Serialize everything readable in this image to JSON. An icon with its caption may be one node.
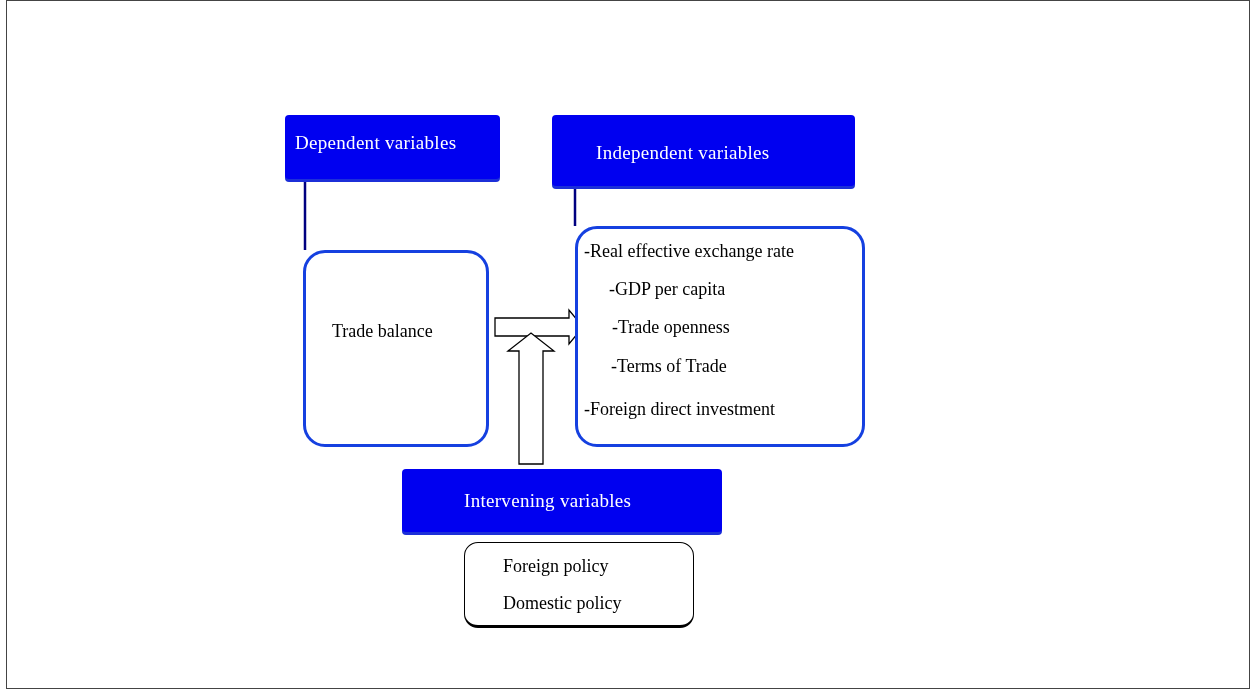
{
  "diagram": {
    "nodes": [
      {
        "text": [
          "Dependent variables"
        ]
      },
      {
        "text": [
          "Independent variables"
        ]
      },
      {
        "text": [
          "Trade balance"
        ]
      },
      {
        "text": [
          "-Real effective exchange rate",
          "-GDP per capita",
          "-Trade openness",
          "-Terms of Trade",
          "-Foreign direct investment"
        ]
      },
      {
        "text": [
          "Intervening variables"
        ]
      },
      {
        "text": [
          "Foreign policy",
          "Domestic policy"
        ]
      }
    ],
    "edges": [
      {
        "from": 0,
        "to": 2,
        "arrow": "none"
      },
      {
        "from": 1,
        "to": 3,
        "arrow": "none"
      },
      {
        "from": 2,
        "to": 3,
        "arrow": "to",
        "style": "thick"
      },
      {
        "from": 4,
        "to": null,
        "arrow": "to",
        "style": "thick"
      }
    ]
  }
}
